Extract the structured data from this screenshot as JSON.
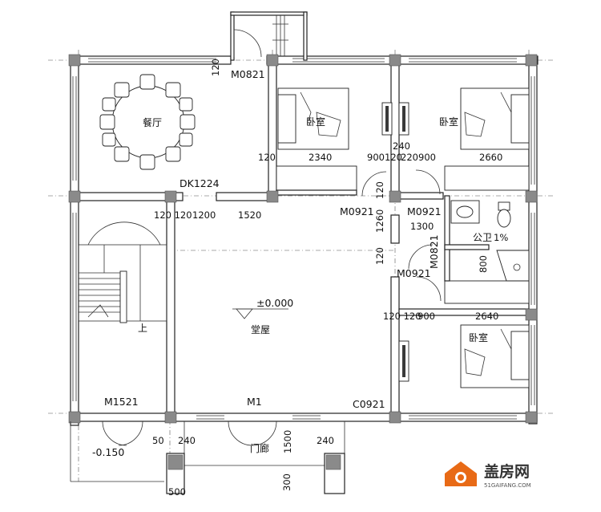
{
  "rooms": {
    "dining": "餐厅",
    "bedroom_top_left": "卧室",
    "bedroom_top_right": "卧室",
    "bedroom_bottom_right": "卧室",
    "main_hall": "堂屋",
    "bathroom": "公卫",
    "porch": "门廊",
    "stair_up": "上"
  },
  "tags": {
    "door_m0821_top": "M0821",
    "door_dk1224": "DK1224",
    "door_m0921_left": "M0921",
    "door_m0921_right": "M0921",
    "door_m0821_bath": "M0821",
    "door_m0921_lower": "M0921",
    "door_m1521": "M1521",
    "door_m1": "M1",
    "window_c0921": "C0921"
  },
  "levels": {
    "floor": "±0.000",
    "porch": "-0.150"
  },
  "slope": "1%",
  "dimensions": {
    "d120_top": "120",
    "d120_a": "120",
    "d2340": "2340",
    "d900_a": "900",
    "d120_b": "120",
    "d220": "220",
    "d900_b": "900",
    "d2660": "2660",
    "d240_top": "240",
    "d120120": "120 120",
    "d1200": "1200",
    "d1520": "1520",
    "d120_v1": "120",
    "d1260": "1260",
    "d1300": "1300",
    "d120_v2": "120",
    "d800": "800",
    "d120120_b": "120 120",
    "d900_c": "900",
    "d2640": "2640",
    "d50": "50",
    "d240_a": "240",
    "d1500": "1500",
    "d240_b": "240",
    "d500": "500",
    "d300": "300"
  },
  "brand": {
    "name": "盖房网",
    "url": "51GAIFANG.COM"
  }
}
